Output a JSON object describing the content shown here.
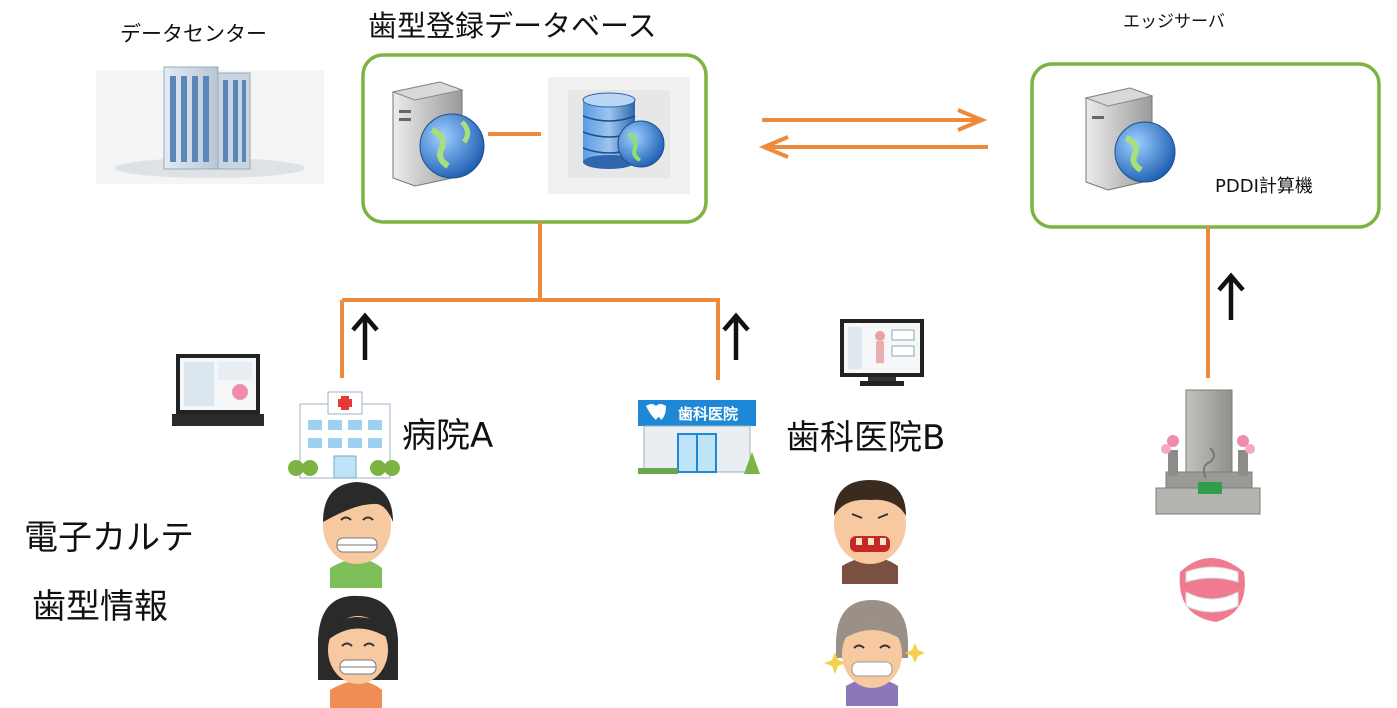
{
  "labels": {
    "data_center": "データセンター",
    "registry_db": "歯型登録データベース",
    "edge_server": "エッジサーバ",
    "pddi": "PDDI計算機",
    "hospital_a": "病院A",
    "dental_clinic_b": "歯科医院B",
    "clinic_sign": "歯科医院",
    "ehr": "電子カルテ",
    "dental_info": "歯型情報"
  },
  "colors": {
    "box_border": "#7cb342",
    "connector": "#ed8a3c",
    "arrow": "#111111",
    "server_gray": "#b8b8b8",
    "globe_blue": "#2f7fd6",
    "db_blue": "#3d7cc9",
    "tombstone": "#a9aaa6",
    "flower_pink": "#f08bb0",
    "skin": "#f7c9a0",
    "hair": "#2a2a2a",
    "shirt_green": "#7dc05a",
    "shirt_orange": "#f08c55",
    "shirt_brown": "#7a5040",
    "shirt_purple": "#8a78b8",
    "denture_gum": "#f07a90"
  },
  "icons": [
    "building-icon",
    "server-icon",
    "globe-icon",
    "database-icon",
    "computer-monitor-icon",
    "hospital-icon",
    "dental-clinic-icon",
    "tombstone-icon",
    "denture-icon",
    "person-braces-icon",
    "person-bad-teeth-icon",
    "person-sparkling-teeth-icon"
  ]
}
